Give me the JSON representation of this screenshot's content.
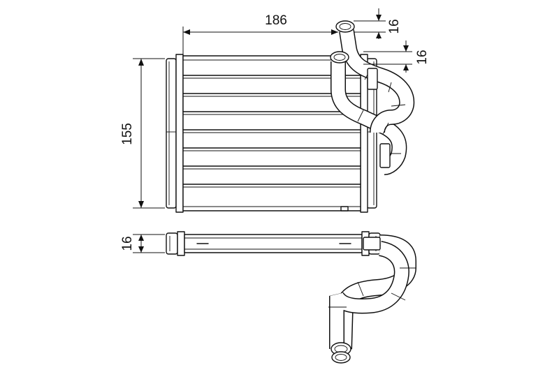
{
  "dimensions": {
    "width": "186",
    "height": "155",
    "pipe_top": "16",
    "pipe_second": "16",
    "depth": "16"
  }
}
